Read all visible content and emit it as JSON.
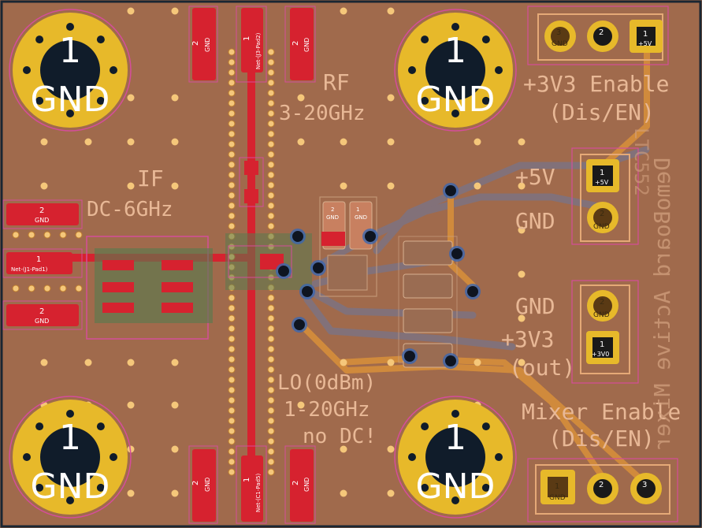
{
  "board": {
    "labels": {
      "rf": "RF",
      "rf_range": "3-20GHz",
      "if": "IF",
      "if_range": "DC-6GHz",
      "lo": "LO(0dBm)",
      "lo_range": "1-20GHz",
      "lo_note": "no DC!",
      "v33_enable": "+3V3 Enable",
      "v33_enable_sub": "(Dis/EN)",
      "plus5v": "+5V",
      "gnd": "GND",
      "v33_out": "+3V3",
      "v33_out_sub": "(out)",
      "mixer_enable": "Mixer Enable",
      "mixer_enable_sub": "(Dis/EN)",
      "mirrored_text": "DemoBoard Active Mixer",
      "mirrored_text2": "LTC552"
    },
    "mount_holes": {
      "number": "1",
      "name": "GND"
    },
    "pads": {
      "sma_top_left_num": "2",
      "sma_top_left_name": "GND",
      "sma_top_mid_num": "1",
      "sma_top_mid_name": "Net-(J3-Pad2)",
      "sma_top_right_num": "2",
      "sma_top_right_name": "GND",
      "sma_left_top_num": "2",
      "sma_left_top_name": "GND",
      "sma_left_mid_num": "1",
      "sma_left_mid_name": "Net-(J1-Pad1)",
      "sma_left_bot_num": "2",
      "sma_left_bot_name": "GND",
      "sma_bot_left_num": "2",
      "sma_bot_left_name": "GND",
      "sma_bot_mid_num": "1",
      "sma_bot_mid_name": "Net-(C1-Pad5)",
      "sma_bot_right_num": "2",
      "sma_bot_right_name": "GND",
      "hdr_top_3": "3",
      "hdr_top_3_name": "GND",
      "hdr_top_2": "2",
      "hdr_top_1": "1",
      "hdr_top_1_name": "+5V",
      "hdr_5v_1": "1",
      "hdr_5v_1_name": "+5V",
      "hdr_5v_2": "2",
      "hdr_5v_2_name": "GND",
      "hdr_33_2": "2",
      "hdr_33_2_name": "GND",
      "hdr_33_1": "1",
      "hdr_33_1_name": "+3V0",
      "hdr_bot_1": "1",
      "hdr_bot_1_name": "GND",
      "hdr_bot_2": "2",
      "hdr_bot_3": "3",
      "small_pad_1": "2",
      "small_pad_1b": "1",
      "small_pad_gnd": "GND"
    },
    "colors": {
      "substrate": "#a06a4c",
      "copper_pad": "#d6222f",
      "gold": "#e7b92a",
      "trace_orange": "#d08a3c",
      "trace_gray": "#7d7382",
      "via": "#f5c77a",
      "edge": "#1a2632"
    }
  }
}
